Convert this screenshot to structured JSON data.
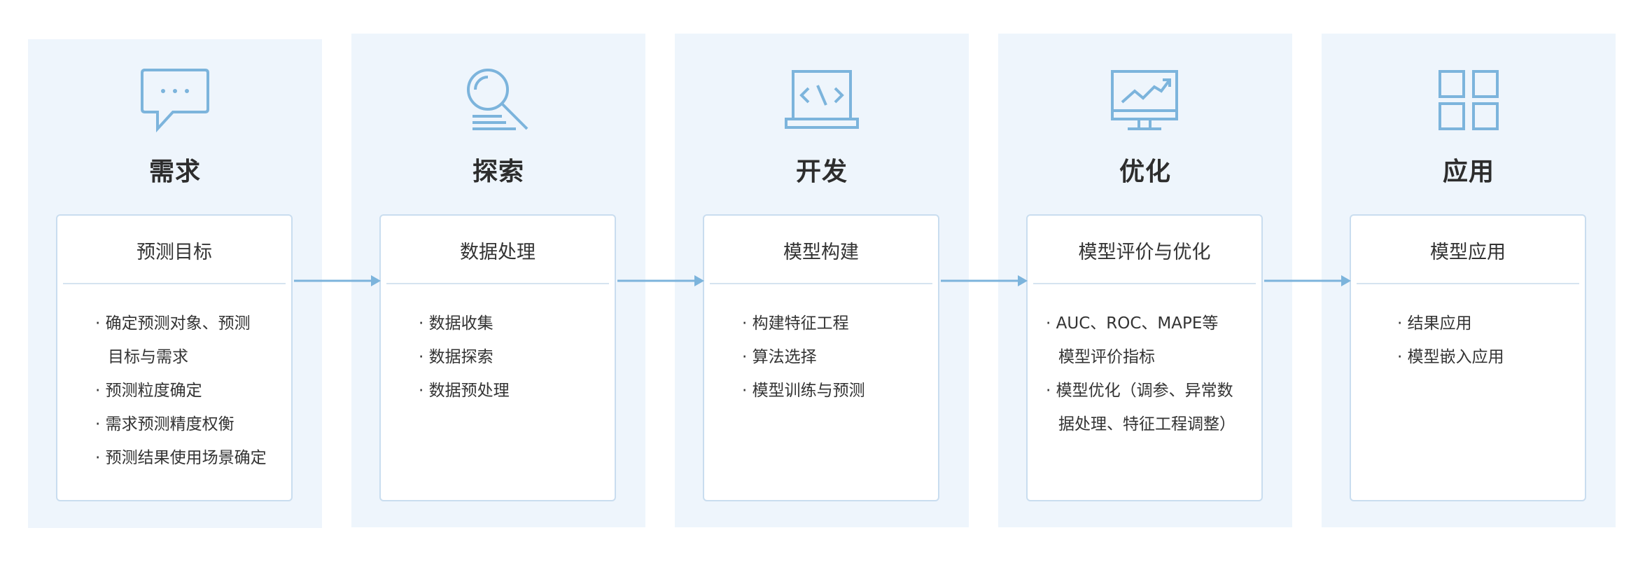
{
  "colors": {
    "panel_bg": "#eef5fc",
    "card_border": "#c9ddef",
    "icon_stroke": "#7cb4dc",
    "arrow": "#7cb4dc",
    "title_text": "#2d2d2d",
    "body_text": "#333333"
  },
  "stages": [
    {
      "icon": "chat-bubble-icon",
      "title": "需求",
      "card_title": "预测目标",
      "items": [
        "· 确定预测对象、预测\n目标与需求",
        "· 预测粒度确定",
        "· 需求预测精度权衡",
        "· 预测结果使用场景确定"
      ]
    },
    {
      "icon": "magnifier-icon",
      "title": "探索",
      "card_title": "数据处理",
      "items": [
        "· 数据收集",
        "· 数据探索",
        "· 数据预处理"
      ]
    },
    {
      "icon": "code-laptop-icon",
      "title": "开发",
      "card_title": "模型构建",
      "items": [
        "· 构建特征工程",
        "· 算法选择",
        "· 模型训练与预测"
      ]
    },
    {
      "icon": "monitor-chart-icon",
      "title": "优化",
      "card_title": "模型评价与优化",
      "items": [
        "· AUC、ROC、MAPE等\n模型评价指标",
        "· 模型优化（调参、异常数\n据处理、特征工程调整）"
      ]
    },
    {
      "icon": "grid-apps-icon",
      "title": "应用",
      "card_title": "模型应用",
      "items": [
        "· 结果应用",
        "· 模型嵌入应用"
      ]
    }
  ]
}
